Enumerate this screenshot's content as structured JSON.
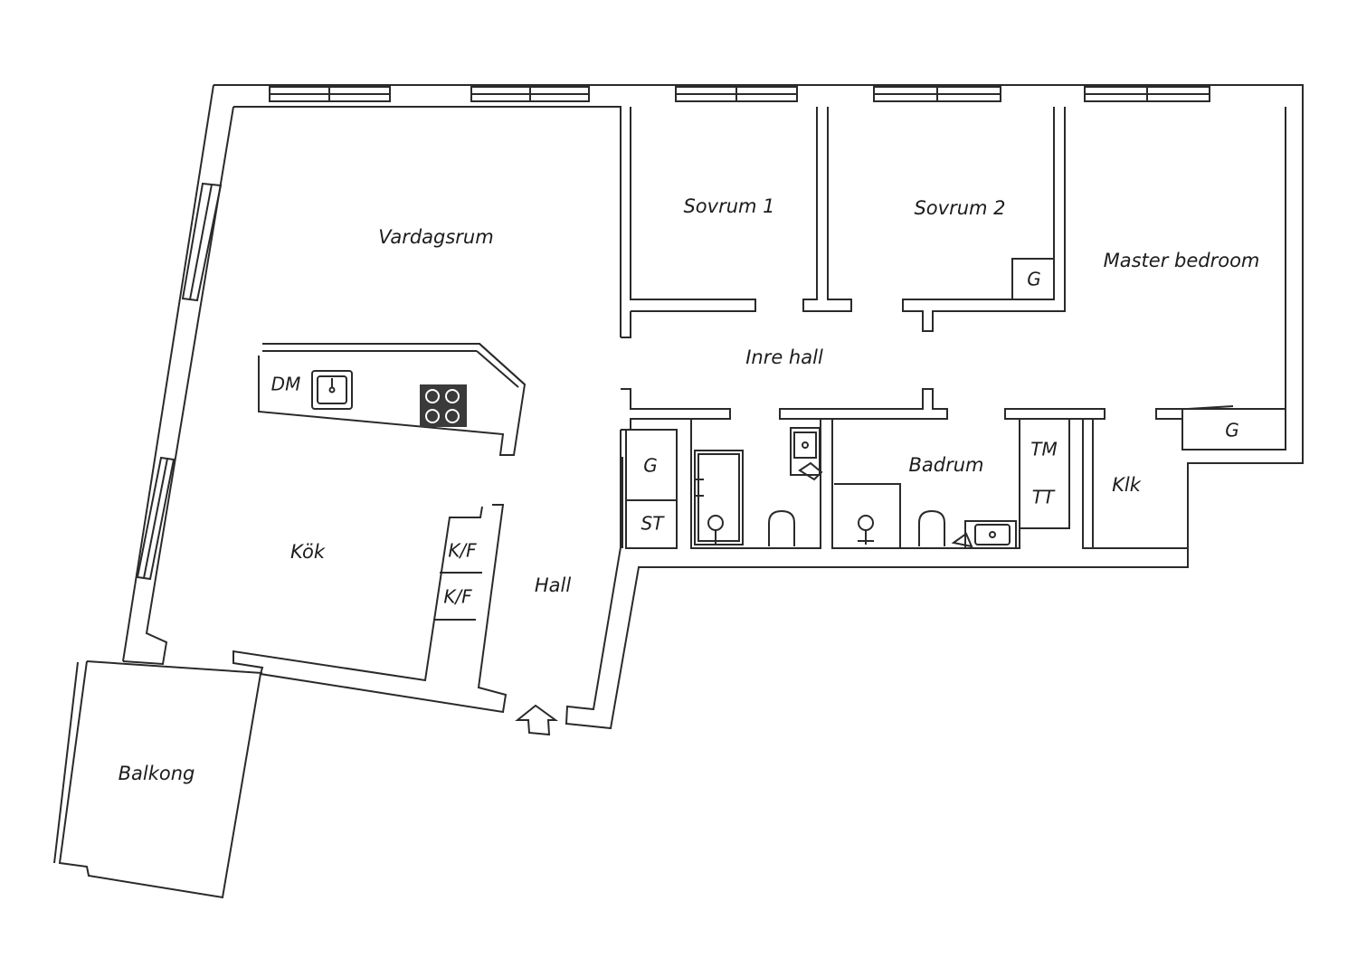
{
  "rooms": {
    "vardagsrum": "Vardagsrum",
    "sovrum1": "Sovrum 1",
    "sovrum2": "Sovrum 2",
    "master": "Master bedroom",
    "inre_hall": "Inre hall",
    "kok": "Kök",
    "hall": "Hall",
    "badrum": "Badrum",
    "klk": "Klk",
    "balkong": "Balkong"
  },
  "fixtures": {
    "dm": "DM",
    "g_hall": "G",
    "st": "ST",
    "kf_upper": "K/F",
    "kf_lower": "K/F",
    "g_sovrum2": "G",
    "g_master": "G",
    "tm": "TM",
    "tt": "TT"
  },
  "icons": [
    "entrance-arrow-icon",
    "sink-icon",
    "stove-icon",
    "toilet-icon",
    "shower-icon",
    "washbasin-icon",
    "window-icon"
  ],
  "colors": {
    "wall": "#2a2a2a",
    "wall_fill": "#ffffff",
    "hob": "#3a3a3a"
  }
}
